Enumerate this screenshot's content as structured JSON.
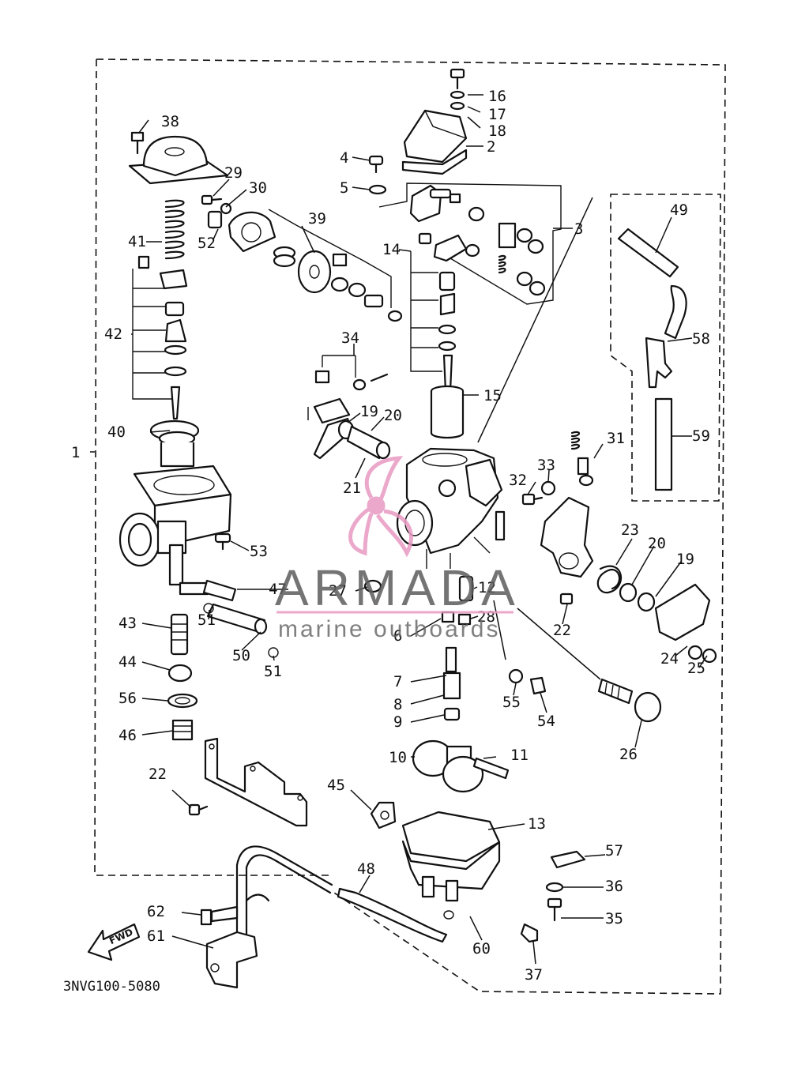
{
  "diagram": {
    "drawing_code": "3NVG100-5080",
    "fwd_label": "FWD",
    "watermark": {
      "brand": "ARMADA",
      "tagline": "marine outboards",
      "brand_color": "#e89ac2",
      "text_color": "#5c5c5c"
    },
    "part_labels": [
      "1",
      "2",
      "3",
      "4",
      "5",
      "6",
      "7",
      "8",
      "9",
      "10",
      "11",
      "12",
      "13",
      "14",
      "15",
      "16",
      "17",
      "18",
      "19",
      "20",
      "21",
      "22",
      "23",
      "20",
      "19",
      "24",
      "25",
      "26",
      "27",
      "28",
      "29",
      "30",
      "31",
      "32",
      "33",
      "34",
      "35",
      "36",
      "37",
      "38",
      "39",
      "40",
      "41",
      "42",
      "43",
      "44",
      "45",
      "46",
      "47",
      "48",
      "49",
      "50",
      "51",
      "51",
      "52",
      "53",
      "54",
      "55",
      "56",
      "57",
      "58",
      "59",
      "60",
      "61",
      "62",
      "22"
    ]
  }
}
